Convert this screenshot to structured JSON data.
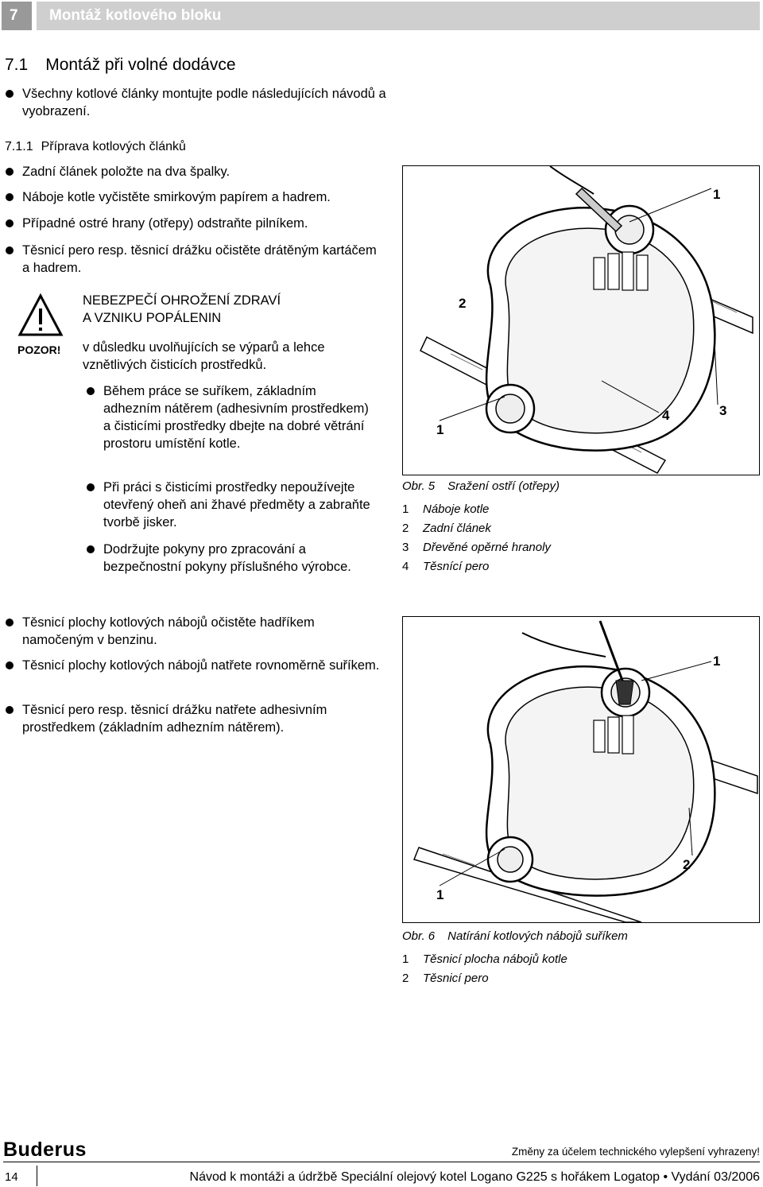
{
  "header": {
    "chapter_num": "7",
    "chapter_title": "Montáž kotlového bloku"
  },
  "section": {
    "num": "7.1",
    "title": "Montáž při volné dodávce"
  },
  "intro_bullet": "Všechny kotlové články montujte podle následujících návodů a vyobrazení.",
  "subsection": {
    "num": "7.1.1",
    "title": "Příprava kotlových článků"
  },
  "bullets_a": [
    "Zadní článek položte na dva špalky.",
    "Náboje kotle vyčistěte smirkovým papírem a hadrem.",
    "Případné ostré hrany (otřepy) odstraňte pilníkem.",
    "Těsnicí pero resp. těsnicí drážku očistěte drátěným kartáčem a hadrem."
  ],
  "warning": {
    "label": "POZOR!",
    "title_line1": "NEBEZPEČÍ OHROŽENÍ ZDRAVÍ",
    "title_line2": "A VZNIKU POPÁLENIN",
    "text": "v důsledku uvolňujících se výparů a lehce vznětlivých čisticích prostředků.",
    "bullets": [
      "Během práce se suříkem, základním adhezním nátěrem (adhesivním prostředkem) a čisticími prostředky dbejte na dobré větrání prostoru umístění kotle.",
      "Při práci s čisticími prostředky nepoužívejte otevřený oheň ani žhavé předměty a zabraňte tvorbě jisker.",
      "Dodržujte pokyny pro zpracování a bezpečnostní pokyny příslušného výrobce."
    ]
  },
  "bullets_b": [
    "Těsnicí plochy kotlových nábojů očistěte hadříkem namočeným v benzinu.",
    "Těsnicí plochy kotlových nábojů natřete rovnoměrně suříkem.",
    "Těsnicí pero resp. těsnicí drážku natřete adhesivním prostředkem (základním adhezním nátěrem)."
  ],
  "fig5": {
    "labels": {
      "l1a": "1",
      "l2": "2",
      "l1b": "1",
      "l4": "4",
      "l3": "3"
    },
    "caption_num": "Obr. 5",
    "caption_title": "Sražení ostří (otřepy)",
    "legend": [
      {
        "n": "1",
        "t": "Náboje kotle"
      },
      {
        "n": "2",
        "t": "Zadní článek"
      },
      {
        "n": "3",
        "t": "Dřevěné opěrné hranoly"
      },
      {
        "n": "4",
        "t": "Těsnící pero"
      }
    ]
  },
  "fig6": {
    "labels": {
      "l1a": "1",
      "l2": "2",
      "l1b": "1"
    },
    "caption_num": "Obr. 6",
    "caption_title": "Natírání kotlových nábojů suříkem",
    "legend": [
      {
        "n": "1",
        "t": "Těsnicí plocha nábojů kotle"
      },
      {
        "n": "2",
        "t": "Těsnicí pero"
      }
    ]
  },
  "footer": {
    "brand": "Buderus",
    "note": "Změny za účelem technického vylepšení vyhrazeny!",
    "page": "14",
    "doc": "Návod k montáži a údržbě Speciální olejový kotel Logano G225 s hořákem Logatop • Vydání 03/2006"
  }
}
